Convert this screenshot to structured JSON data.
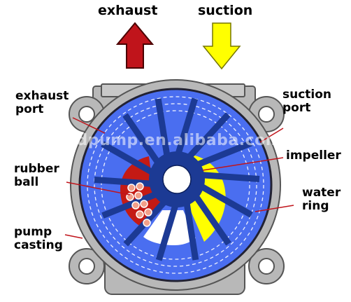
{
  "labels": {
    "exhaust": "exhaust",
    "suction": "suction",
    "exhaust_port": [
      "exhaust",
      "port"
    ],
    "suction_port": [
      "suction",
      "port"
    ],
    "impeller": "impeller",
    "rubber_ball": [
      "rubber",
      "ball"
    ],
    "water_ring": [
      "water",
      "ring"
    ],
    "pump_casting": [
      "pump",
      "casting"
    ]
  },
  "watermark": "goodpump.en.alibaba.com",
  "colors": {
    "exhaust_arrow": "#c0141b",
    "suction_arrow": "#ffff00",
    "casing": "#b8b8b8",
    "water": "#4a6ef0",
    "impeller": "#1c3a94",
    "chamber_red": "#c41a14",
    "chamber_yellow": "#ffff00",
    "ball": "#f2a08a"
  }
}
